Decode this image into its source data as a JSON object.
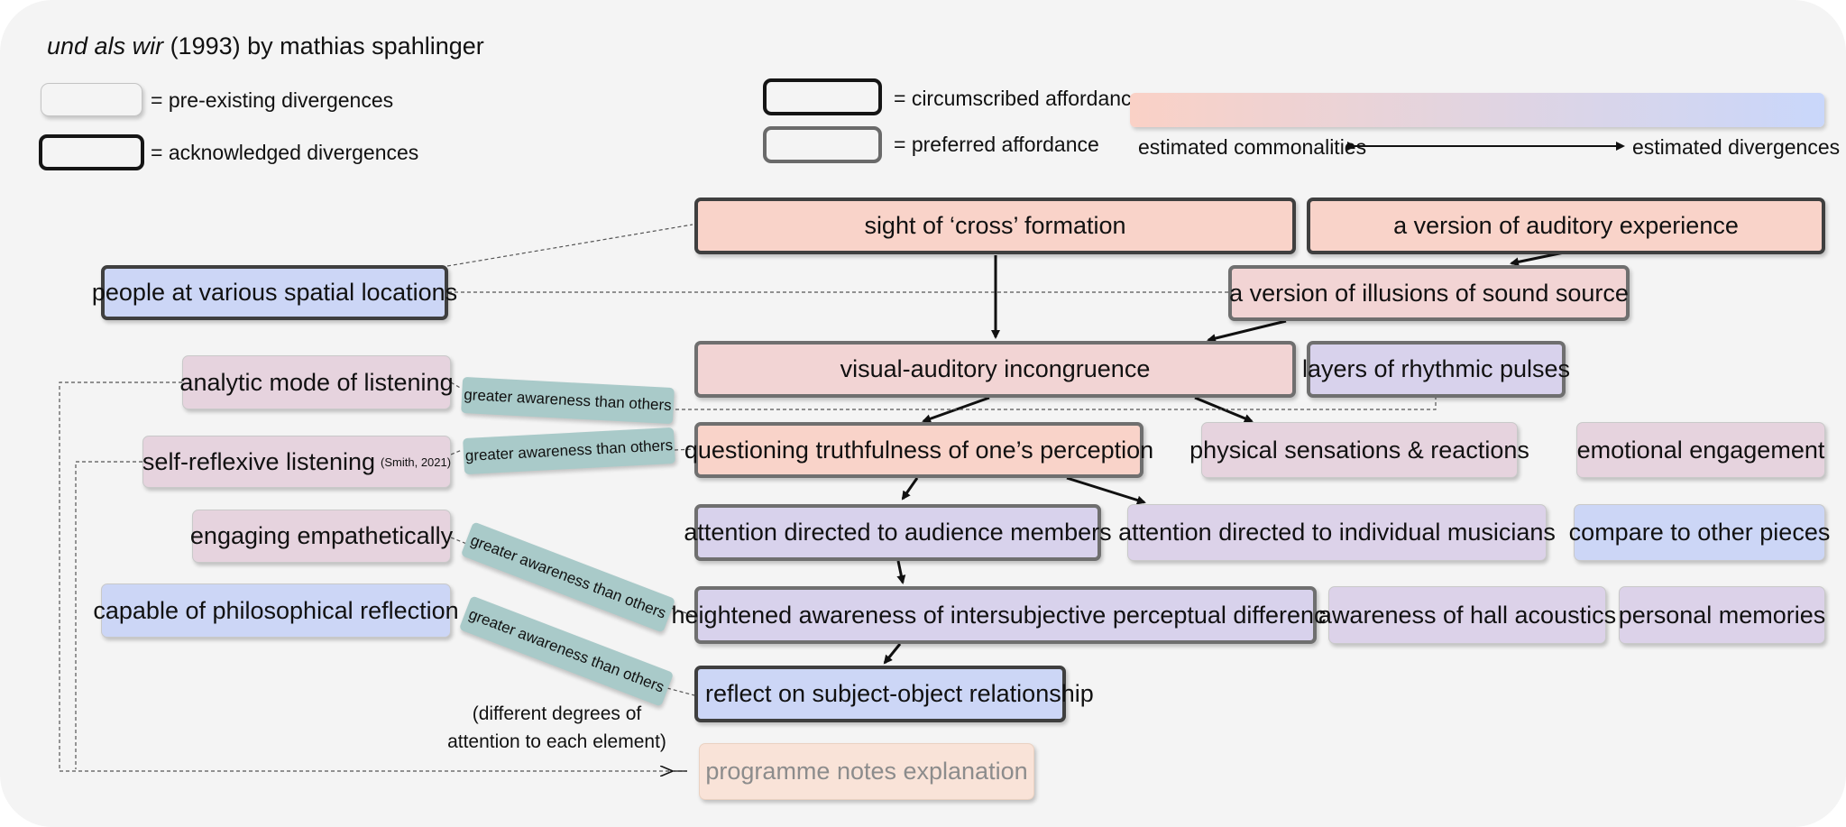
{
  "title": {
    "italic": "und als wir",
    "rest": " (1993) by mathias spahlinger"
  },
  "legend": {
    "pre_existing": "= pre-existing divergences",
    "acknowledged": "= acknowledged divergences",
    "circumscribed": "= circumscribed affordance",
    "preferred": "= preferred affordance",
    "gradient_left": "estimated commonalities",
    "gradient_right": "estimated divergences",
    "gradient_colors": [
      "#fad1c6",
      "#c9d7fb"
    ]
  },
  "nodes": {
    "cross": "sight of ‘cross’ formation",
    "auditory": "a version of auditory experience",
    "people": "people at various spatial locations",
    "illusions": "a version of illusions of sound source",
    "analytic": "analytic mode of listening",
    "incongruence": "visual-auditory incongruence",
    "rhythmic": "layers of rhythmic pulses",
    "selfreflexive": "self-reflexive listening",
    "selfreflexive_cite": "(Smith, 2021)",
    "questioning": "questioning truthfulness of one’s perception",
    "physical": "physical sensations & reactions",
    "emotional": "emotional engagement",
    "empathetic": "engaging empathetically",
    "att_audience": "attention directed to audience members",
    "att_musicians": "attention directed to individual musicians",
    "compare": "compare to other pieces",
    "philosophical": "capable of philosophical reflection",
    "heightened": "heightened awareness of intersubjective perceptual difference",
    "hall": "awareness of hall acoustics",
    "memories": "personal memories",
    "reflect": "reflect on subject-object relationship",
    "programme": "programme notes explanation"
  },
  "awareness_tag": "greater awareness than others",
  "note": "(different degrees of attention to each element)"
}
